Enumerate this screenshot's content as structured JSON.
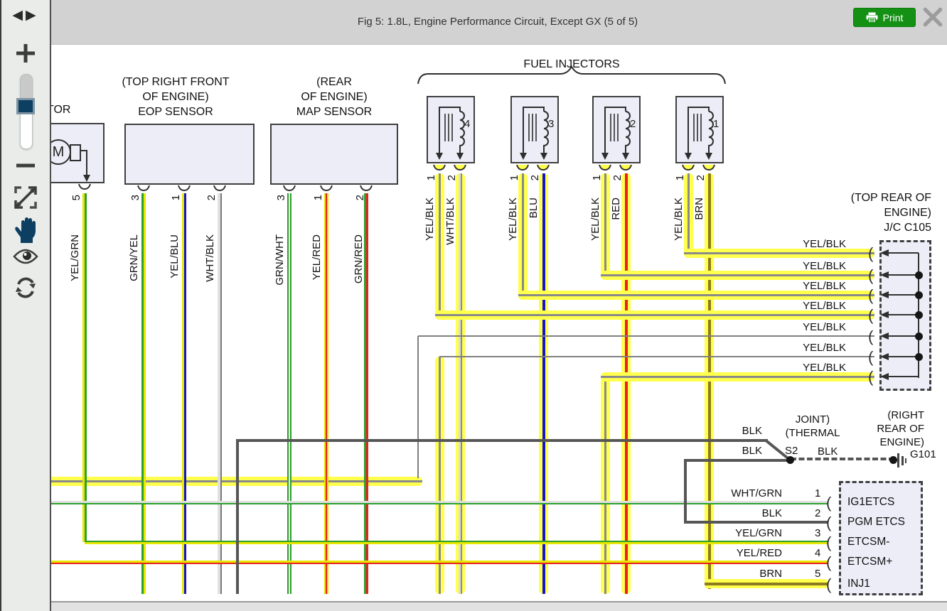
{
  "titlebar": {
    "title": "Fig 5: 1.8L, Engine Performance Circuit, Except GX (5 of 5)",
    "print": "Print"
  },
  "diagram": {
    "motor": {
      "label": "TOR",
      "symbol": "M",
      "pin": "5",
      "wire": "YEL/GRN"
    },
    "eop": {
      "l1": "(TOP RIGHT FRONT",
      "l2": "OF ENGINE)",
      "l3": "EOP SENSOR",
      "pins": [
        {
          "n": "3",
          "w": "GRN/YEL"
        },
        {
          "n": "1",
          "w": "YEL/BLU"
        },
        {
          "n": "2",
          "w": "WHT/BLK"
        }
      ]
    },
    "map": {
      "l1": "(REAR",
      "l2": "OF ENGINE)",
      "l3": "MAP SENSOR",
      "pins": [
        {
          "n": "3",
          "w": "GRN/WHT"
        },
        {
          "n": "1",
          "w": "YEL/RED"
        },
        {
          "n": "2",
          "w": "GRN/RED"
        }
      ]
    },
    "inj": {
      "title": "FUEL INJECTORS",
      "units": [
        {
          "num": "4",
          "p1": "1",
          "w1": "YEL/BLK",
          "p2": "2",
          "w2": "WHT/BLK"
        },
        {
          "num": "3",
          "p1": "1",
          "w1": "YEL/BLK",
          "p2": "2",
          "w2": "BLU"
        },
        {
          "num": "2",
          "p1": "1",
          "w1": "YEL/BLK",
          "p2": "2",
          "w2": "RED"
        },
        {
          "num": "1",
          "p1": "1",
          "w1": "YEL/BLK",
          "p2": "2",
          "w2": "BRN"
        }
      ]
    },
    "jc": {
      "l1": "(TOP REAR OF",
      "l2": "ENGINE)",
      "l3": "J/C C105",
      "rows": [
        "YEL/BLK",
        "YEL/BLK",
        "YEL/BLK",
        "YEL/BLK",
        "YEL/BLK",
        "YEL/BLK",
        "YEL/BLK"
      ]
    },
    "joint": {
      "l1": "JOINT)",
      "l2": "(THERMAL",
      "id": "S2",
      "blk1": "BLK",
      "blk2": "BLK",
      "blk3": "BLK"
    },
    "gnd": {
      "l1": "(RIGHT",
      "l2": "REAR OF",
      "l3": "ENGINE)",
      "id": "G101"
    },
    "ecu": {
      "pins": [
        {
          "n": "1",
          "w": "WHT/GRN",
          "label": "IG1ETCS"
        },
        {
          "n": "2",
          "w": "BLK",
          "label": "PGM ETCS"
        },
        {
          "n": "3",
          "w": "YEL/GRN",
          "label": "ETCSM-"
        },
        {
          "n": "4",
          "w": "YEL/RED",
          "label": "ETCSM+"
        },
        {
          "n": "5",
          "w": "BRN",
          "label": "INJ1"
        }
      ]
    },
    "colors": {
      "highlight": "#ffff4d",
      "green": "#2ca02c",
      "yellow": "#e6e600",
      "red": "#e82020",
      "blue": "#1414cc",
      "brown": "#8c7a1e",
      "black_wire": "#5a5a5a",
      "white_wire": "#d9d9d9",
      "print_button": "#149114"
    }
  }
}
